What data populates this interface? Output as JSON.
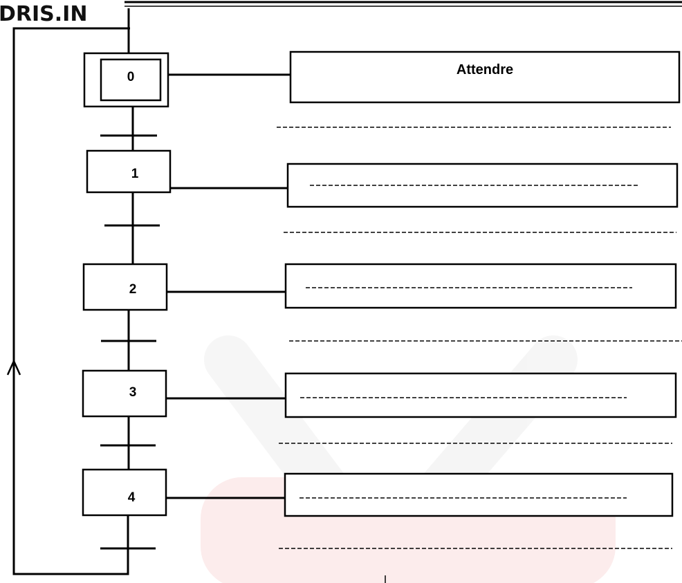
{
  "logo": {
    "text": "DRIS.IN"
  },
  "steps": [
    {
      "number": "0",
      "initial": true,
      "action": "Attendre"
    },
    {
      "number": "1",
      "initial": false,
      "action": ""
    },
    {
      "number": "2",
      "initial": false,
      "action": ""
    },
    {
      "number": "3",
      "initial": false,
      "action": ""
    },
    {
      "number": "4",
      "initial": false,
      "action": ""
    }
  ],
  "transitions_count": 5,
  "colors": {
    "line": "#000000",
    "watermark": "#e53935"
  }
}
